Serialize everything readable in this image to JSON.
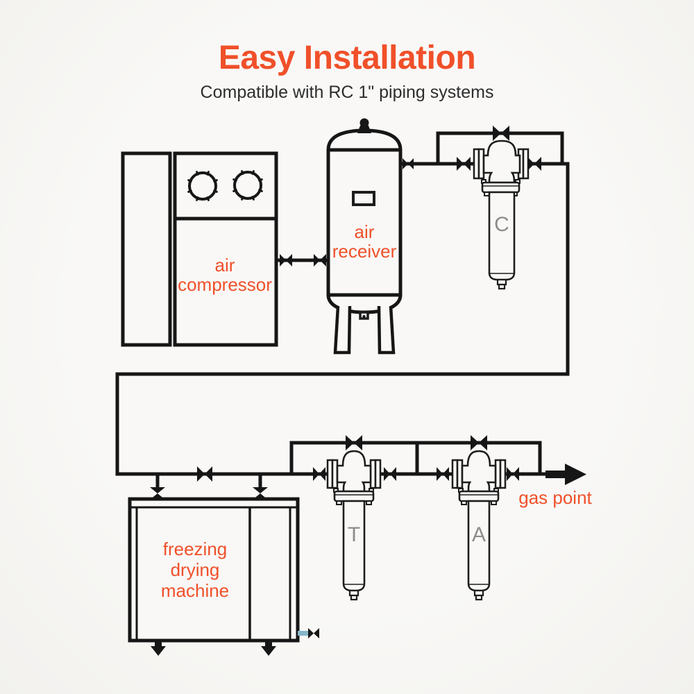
{
  "header": {
    "title": "Easy Installation",
    "subtitle": "Compatible with RC 1\" piping systems"
  },
  "diagram": {
    "labels": {
      "air_compressor": [
        "air",
        "compressor"
      ],
      "air_receiver": [
        "air",
        "receiver"
      ],
      "freezing_drying_machine": [
        "freezing",
        "drying",
        "machine"
      ],
      "gas_point": "gas point",
      "filter_c": "C",
      "filter_t": "T",
      "filter_a": "A"
    },
    "colors": {
      "accent_orange": "#f0502a",
      "line_black": "#161616",
      "filter_letter_gray": "#8c8c8c",
      "drain_stub_teal": "#86b6cb",
      "background": "#f6f5f2"
    }
  }
}
